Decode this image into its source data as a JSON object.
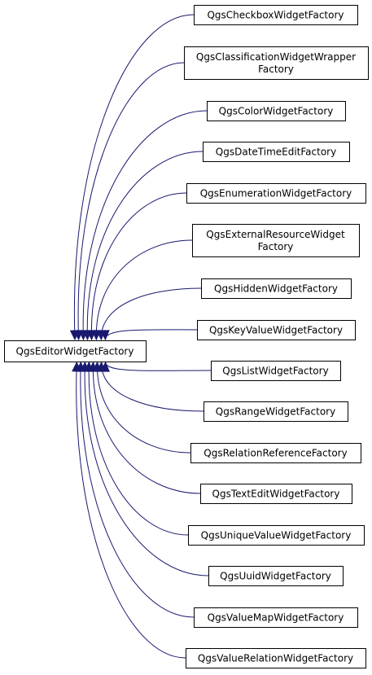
{
  "base": {
    "lines": [
      "QgsEditorWidgetFactory"
    ]
  },
  "derived": [
    {
      "lines": [
        "QgsCheckboxWidgetFactory"
      ]
    },
    {
      "lines": [
        "QgsClassificationWidgetWrapper",
        "Factory"
      ]
    },
    {
      "lines": [
        "QgsColorWidgetFactory"
      ]
    },
    {
      "lines": [
        "QgsDateTimeEditFactory"
      ]
    },
    {
      "lines": [
        "QgsEnumerationWidgetFactory"
      ]
    },
    {
      "lines": [
        "QgsExternalResourceWidget",
        "Factory"
      ]
    },
    {
      "lines": [
        "QgsHiddenWidgetFactory"
      ]
    },
    {
      "lines": [
        "QgsKeyValueWidgetFactory"
      ]
    },
    {
      "lines": [
        "QgsListWidgetFactory"
      ]
    },
    {
      "lines": [
        "QgsRangeWidgetFactory"
      ]
    },
    {
      "lines": [
        "QgsRelationReferenceFactory"
      ]
    },
    {
      "lines": [
        "QgsTextEditWidgetFactory"
      ]
    },
    {
      "lines": [
        "QgsUniqueValueWidgetFactory"
      ]
    },
    {
      "lines": [
        "QgsUuidWidgetFactory"
      ]
    },
    {
      "lines": [
        "QgsValueMapWidgetFactory"
      ]
    },
    {
      "lines": [
        "QgsValueRelationWidgetFactory"
      ]
    }
  ],
  "colors": {
    "edge": "#191970",
    "node_border": "#000000",
    "node_fill": "#ffffff"
  }
}
